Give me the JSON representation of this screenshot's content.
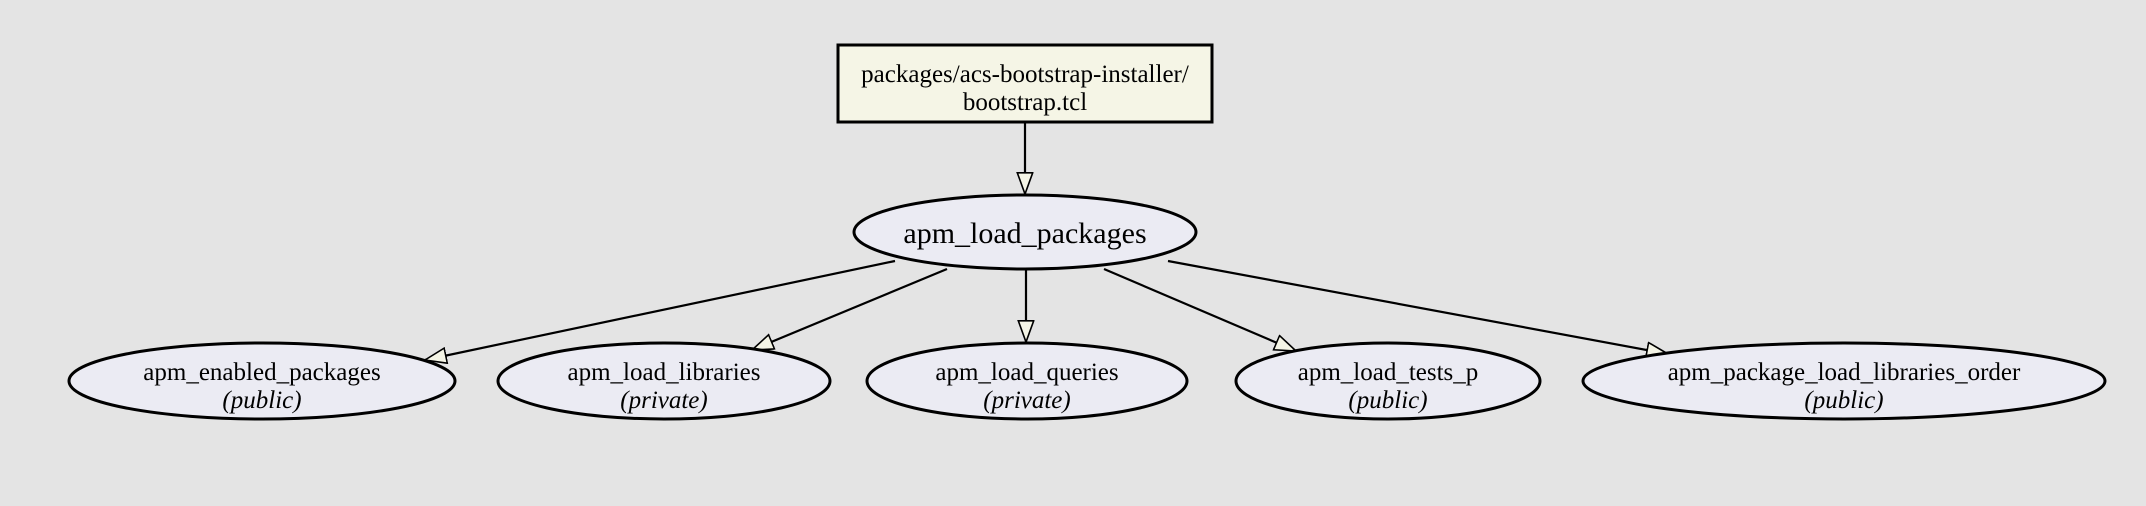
{
  "diagram": {
    "colors": {
      "background": "#e4e4e4",
      "file_fill": "#f5f5e6",
      "proc_fill": "#ebebf3",
      "arrowhead_fill": "#f5f5e6",
      "stroke": "#000000"
    },
    "file_node": {
      "line1": "packages/acs-bootstrap-installer/",
      "line2": "bootstrap.tcl"
    },
    "root_proc": {
      "label": "apm_load_packages"
    },
    "called_procs": [
      {
        "name": "apm_enabled_packages",
        "visibility": "(public)"
      },
      {
        "name": "apm_load_libraries",
        "visibility": "(private)"
      },
      {
        "name": "apm_load_queries",
        "visibility": "(private)"
      },
      {
        "name": "apm_load_tests_p",
        "visibility": "(public)"
      },
      {
        "name": "apm_package_load_libraries_order",
        "visibility": "(public)"
      }
    ]
  }
}
